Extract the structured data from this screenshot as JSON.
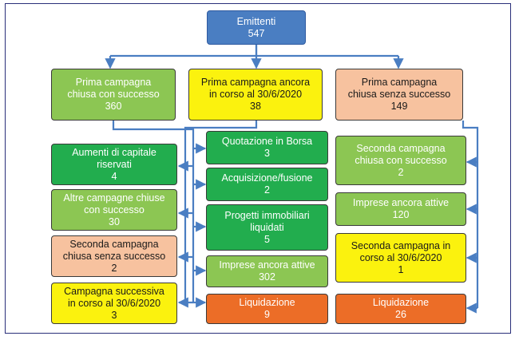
{
  "colors": {
    "blue": "#4a7ec2",
    "light_green": "#8cc653",
    "yellow": "#fbf20e",
    "peach": "#f7c29f",
    "dark_green": "#22ad4e",
    "orange": "#ec6d27",
    "connector": "#4a7ec2"
  },
  "root": {
    "lines": [
      "Emittenti"
    ],
    "value": "547"
  },
  "level1": {
    "left": {
      "lines": [
        "Prima campagna",
        "chiusa con successo"
      ],
      "value": "360"
    },
    "center": {
      "lines": [
        "Prima campagna ancora",
        "in corso al 30/6/2020"
      ],
      "value": "38"
    },
    "right": {
      "lines": [
        "Prima campagna",
        "chiusa senza successo"
      ],
      "value": "149"
    }
  },
  "left_column": [
    {
      "lines": [
        "Aumenti di capitale",
        "riservati"
      ],
      "value": "4"
    },
    {
      "lines": [
        "Altre campagne chiuse",
        "con successo"
      ],
      "value": "30"
    },
    {
      "lines": [
        "Seconda campagna",
        "chiusa senza successo"
      ],
      "value": "2"
    },
    {
      "lines": [
        "Campagna successiva",
        "in corso al 30/6/2020"
      ],
      "value": "3"
    }
  ],
  "center_column": [
    {
      "lines": [
        "Quotazione in Borsa"
      ],
      "value": "3"
    },
    {
      "lines": [
        "Acquisizione/fusione"
      ],
      "value": "2"
    },
    {
      "lines": [
        "Progetti immobiliari",
        "liquidati"
      ],
      "value": "5"
    },
    {
      "lines": [
        "Imprese ancora attive"
      ],
      "value": "302"
    },
    {
      "lines": [
        "Liquidazione"
      ],
      "value": "9"
    }
  ],
  "right_column": [
    {
      "lines": [
        "Seconda campagna",
        "chiusa con successo"
      ],
      "value": "2"
    },
    {
      "lines": [
        "Imprese ancora attive"
      ],
      "value": "120"
    },
    {
      "lines": [
        "Seconda campagna in",
        "corso al 30/6/2020"
      ],
      "value": "1"
    },
    {
      "lines": [
        "Liquidazione"
      ],
      "value": "26"
    }
  ]
}
